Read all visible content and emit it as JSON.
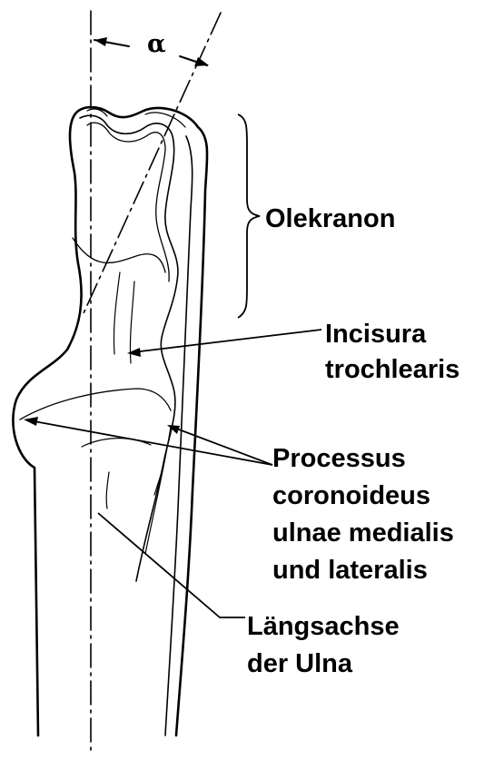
{
  "figure": {
    "labels": {
      "angle": "α",
      "olecranon": "Olekranon",
      "incisura_line1": "Incisura",
      "incisura_line2": "trochlearis",
      "processus_line1": "Processus",
      "processus_line2": "coronoideus",
      "processus_line3": "ulnae medialis",
      "processus_line4": "und lateralis",
      "axis_line1": "Längsachse",
      "axis_line2": "der Ulna"
    },
    "colors": {
      "ink": "#000000",
      "background": "#ffffff"
    },
    "angle_label_symbol": "alpha"
  }
}
